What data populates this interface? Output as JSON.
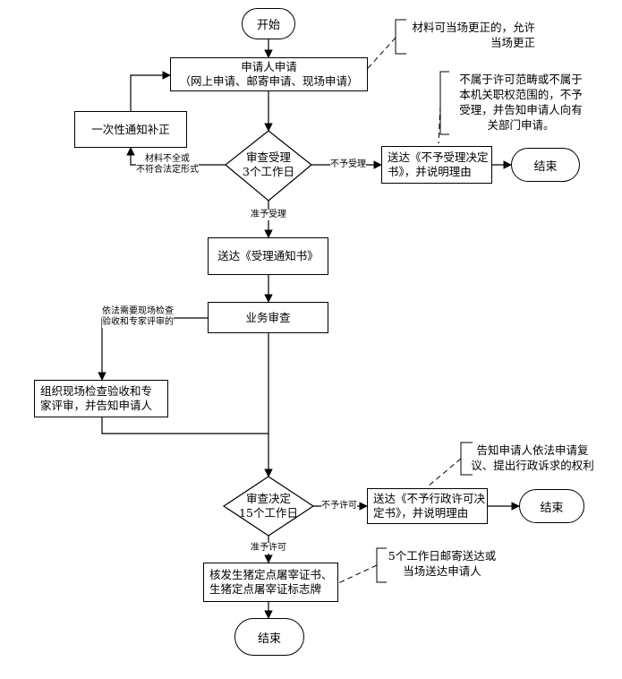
{
  "nodes": {
    "start": "开始",
    "apply": "申请人申请\n（网上申请、邮寄申请、现场申请）",
    "correction": "一次性通知补正",
    "review_accept": "审查受理\n3个工作日",
    "deliver_reject": "送达《不予受理决定\n书》，并说明理由",
    "end_reject": "结束",
    "deliver_accept_notice": "送达《受理通知书》",
    "business_review": "业务审查",
    "organize_inspection": "组织现场检查验收和专\n家评审，并告知申请人",
    "review_decision": "审查决定\n15个工作日",
    "deliver_no_permit": "送达《不予行政许可决\n定书》，并说明理由",
    "end_no_permit": "结束",
    "issue_certificate": "核发生猪定点屠宰证书、\n生猪定点屠宰证标志牌",
    "end_final": "结束"
  },
  "edge_labels": {
    "incomplete": "材料不全或\n不符合法定形式",
    "not_accepted": "不予受理",
    "accepted": "准予受理",
    "needs_inspection": "依法需要现场检查\n验收和专家评审的",
    "not_permitted": "不予许可",
    "permitted": "准予许可"
  },
  "notes": {
    "on_site_correction": "材料可当场更正的，允许\n当场更正",
    "out_of_scope": "不属于许可范畴或不属于\n本机关职权范围的，不予\n受理，并告知申请人向有\n关部门申请。",
    "appeal_rights": "告知申请人依法申请复\n议、提出行政诉求的权利",
    "mail_delivery": "5个工作日邮寄送达或\n当场送达申请人"
  }
}
